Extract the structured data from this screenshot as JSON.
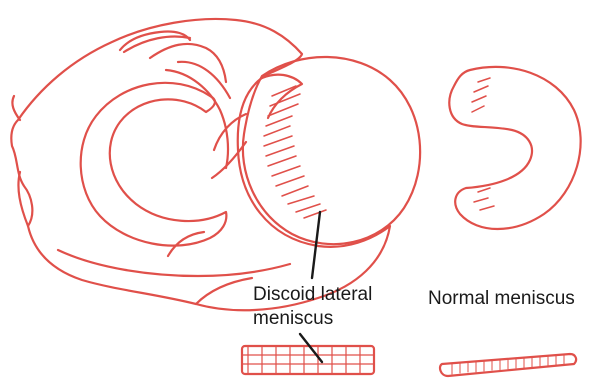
{
  "labels": {
    "discoid_line1": "Discoid lateral",
    "discoid_line2": "meniscus",
    "normal": "Normal meniscus"
  },
  "colors": {
    "outline": "#e0504a",
    "text": "#1a1a1a",
    "leader": "#1a1a1a",
    "background": "#ffffff"
  }
}
